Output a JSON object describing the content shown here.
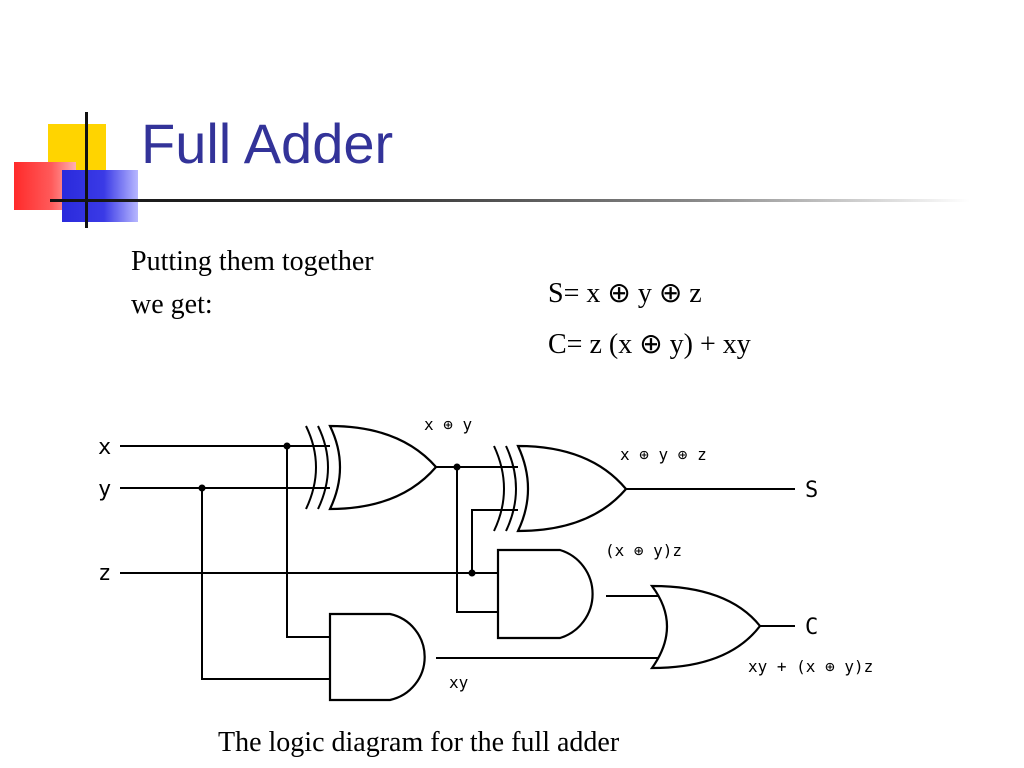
{
  "slide": {
    "title": "Full Adder",
    "intro": [
      "Putting them together",
      "we get:"
    ],
    "equations": {
      "sum": "S= x ⊕ y ⊕ z",
      "carry": "C= z (x ⊕ y) + xy"
    },
    "caption": "The logic diagram for the full adder"
  },
  "diagram": {
    "inputs": {
      "x": "x",
      "y": "y",
      "z": "z"
    },
    "outputs": {
      "sum": "S",
      "carry": "C"
    },
    "labels": {
      "xor1_out": "x ⊕ y",
      "xor2_out": "x ⊕ y ⊕ z",
      "and1_out": "(x ⊕ y)z",
      "and2_out": "xy",
      "or_out": "xy + (x ⊕ y)z"
    }
  },
  "colors": {
    "title": "#333399",
    "accent_yellow": "#ffd400",
    "accent_red": "#ff2a2a",
    "accent_blue": "#2a2adc"
  }
}
